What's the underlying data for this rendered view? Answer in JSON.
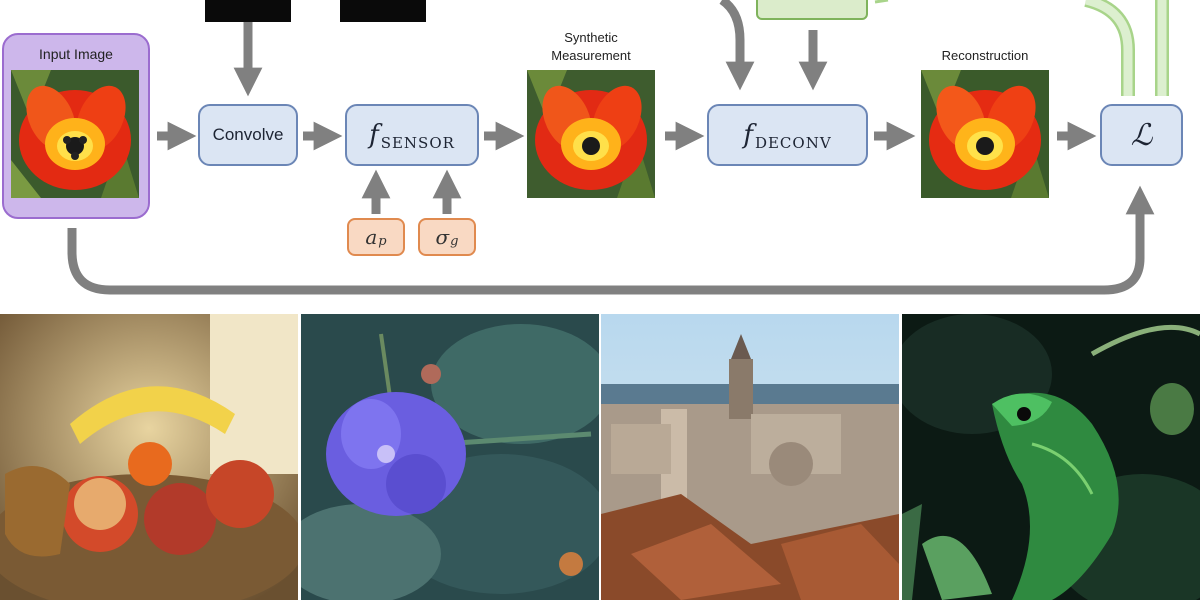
{
  "diagram": {
    "input_label": "Input Image",
    "convolve_label": "Convolve",
    "sensor_f": "f",
    "sensor_sub": "SENSOR",
    "deconv_f": "f",
    "deconv_sub": "DECONV",
    "loss_symbol": "ℒ",
    "synthetic_caption": "Synthetic\nMeasurement",
    "reconstruction_caption": "Reconstruction",
    "params": [
      {
        "symbol": "a",
        "sub": "p"
      },
      {
        "symbol": "σ",
        "sub": "g"
      }
    ],
    "colors": {
      "node_fill": "#dbe5f3",
      "node_border": "#6b86b6",
      "param_fill": "#f9d9c3",
      "param_border": "#e08a4f",
      "input_fill": "#cdb7eb",
      "input_border": "#9b6ccf",
      "arrow": "#808080",
      "green": "#a8d48a"
    }
  },
  "photos": [
    {
      "icon": "fruit-bowl-image"
    },
    {
      "icon": "blue-flower-image"
    },
    {
      "icon": "city-skyline-image"
    },
    {
      "icon": "chameleon-image"
    }
  ]
}
